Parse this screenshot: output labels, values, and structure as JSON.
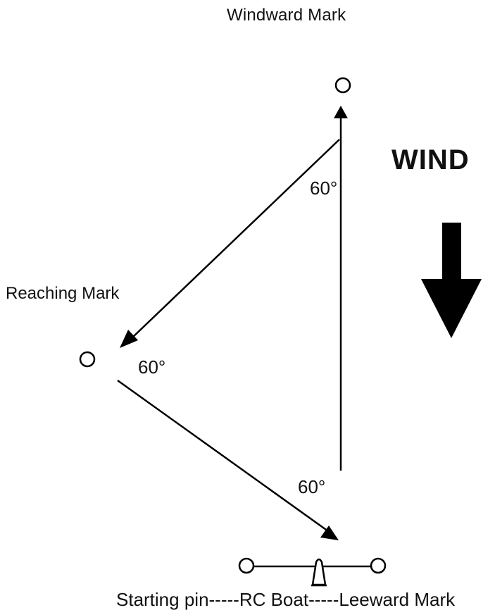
{
  "labels": {
    "windward_mark": "Windward Mark",
    "reaching_mark": "Reaching Mark",
    "wind": "WIND",
    "angle_top": "60°",
    "angle_left": "60°",
    "angle_bottom": "60°",
    "start_line": "Starting pin-----RC Boat-----Leeward Mark"
  },
  "icons": {
    "mark": "circle-buoy-icon",
    "boat": "rc-boat-icon",
    "wind_arrow": "down-arrow-icon"
  },
  "colors": {
    "line": "#000000",
    "background": "#ffffff"
  }
}
